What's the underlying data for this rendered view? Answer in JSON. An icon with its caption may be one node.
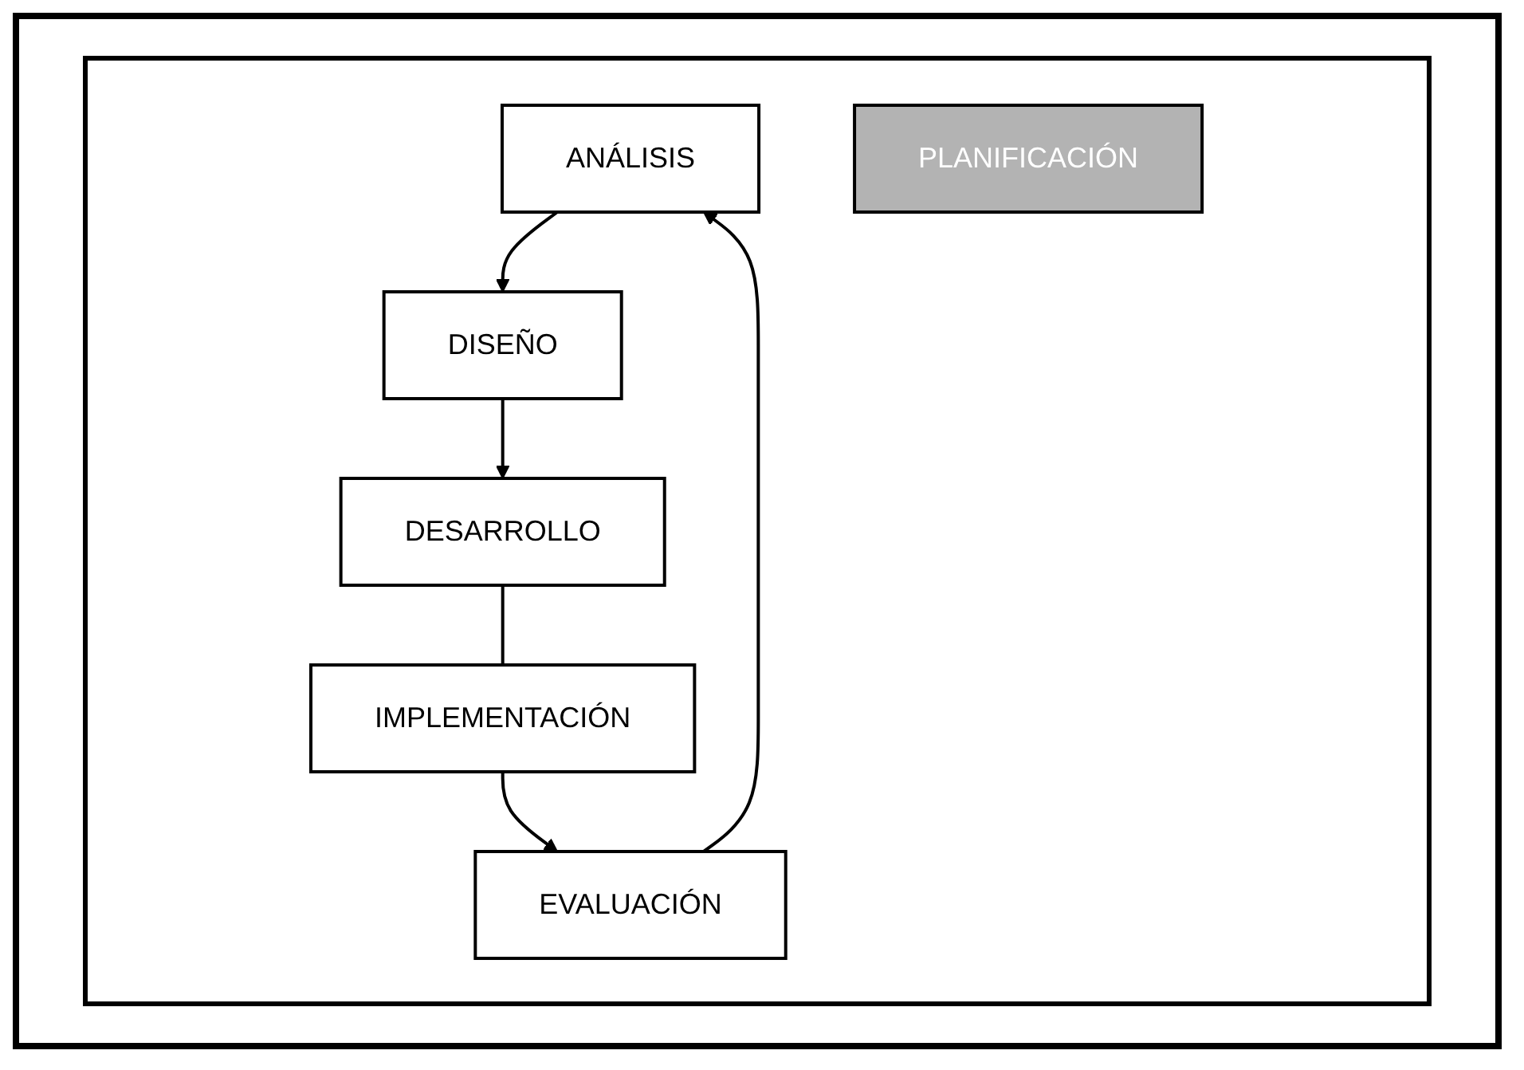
{
  "diagram": {
    "nodes": [
      {
        "text": [
          "ANÁLISIS"
        ]
      },
      {
        "text": [
          "DISEÑO"
        ]
      },
      {
        "text": [
          "DESARROLLO"
        ]
      },
      {
        "text": [
          "IMPLEMENTACIÓN"
        ]
      },
      {
        "text": [
          "EVALUACIÓN"
        ]
      },
      {
        "text": [
          "PLANIFICACIÓN"
        ]
      }
    ],
    "edges": [
      {
        "from": 0,
        "to": 1,
        "arrow": "to"
      },
      {
        "from": 1,
        "to": 2,
        "arrow": "to"
      },
      {
        "from": 2,
        "to": 3,
        "arrow": "none"
      },
      {
        "from": 3,
        "to": 4,
        "arrow": "to"
      },
      {
        "from": 4,
        "to": 0,
        "arrow": "to"
      }
    ]
  }
}
